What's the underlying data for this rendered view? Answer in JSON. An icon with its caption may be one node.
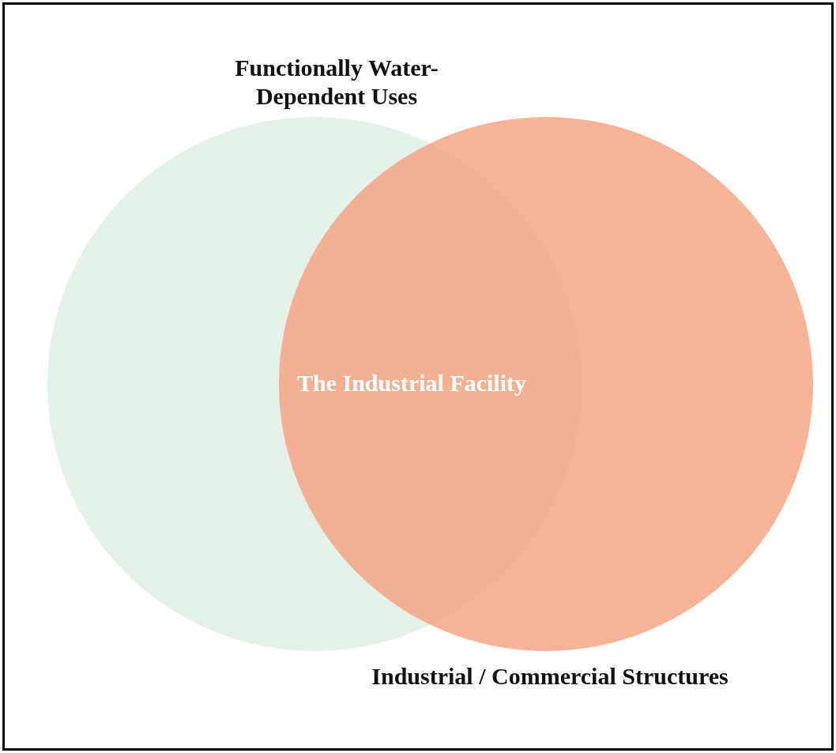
{
  "diagram": {
    "nodes": [
      {
        "text": [
          "Functionally Water-Dependent Uses"
        ]
      },
      {
        "text": [
          "Industrial / Commercial Structures"
        ]
      }
    ],
    "labels": [
      "The Industrial Facility"
    ]
  }
}
